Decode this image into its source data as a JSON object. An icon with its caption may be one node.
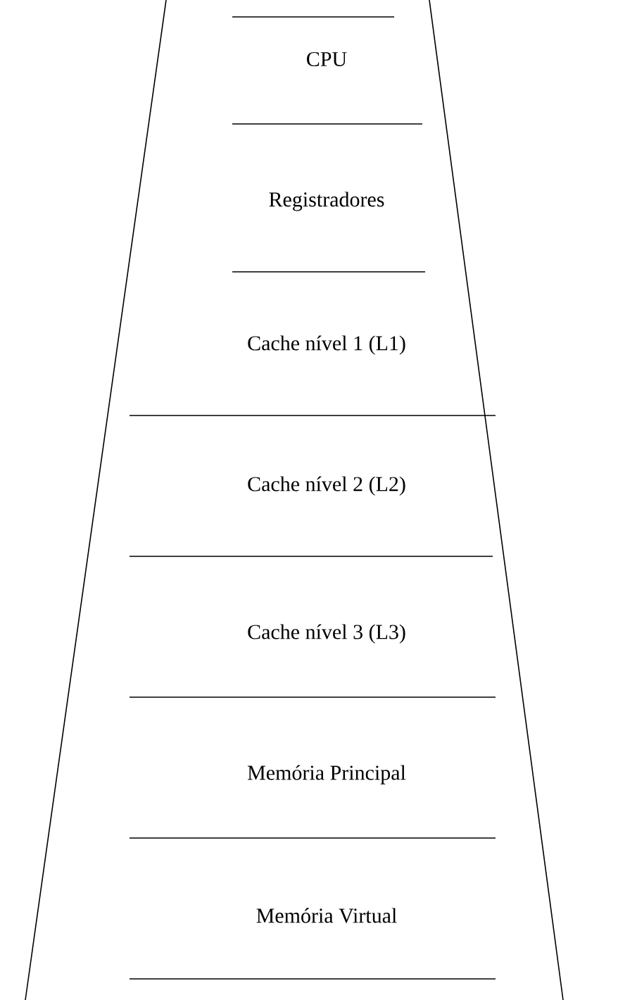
{
  "diagram": {
    "nodes": [
      {
        "text": [
          "CPU"
        ]
      },
      {
        "text": [
          "Registradores"
        ]
      },
      {
        "text": [
          "Cache nível 1 (L1)"
        ]
      },
      {
        "text": [
          "Cache nível 2 (L2)"
        ]
      },
      {
        "text": [
          "Cache nível 3 (L3)"
        ]
      },
      {
        "text": [
          "Memória Principal"
        ]
      },
      {
        "text": [
          "Memória Virtual"
        ]
      }
    ]
  }
}
